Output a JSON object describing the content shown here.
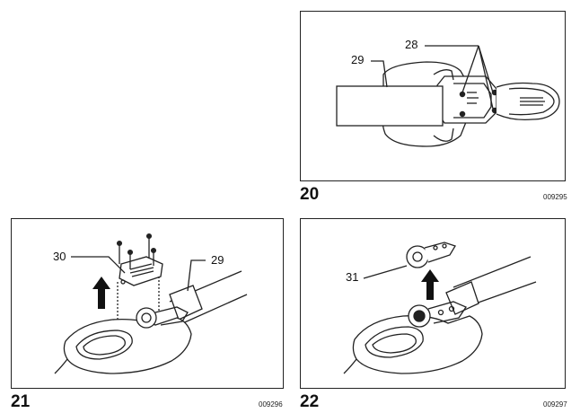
{
  "figures": [
    {
      "number": "20",
      "code": "009295",
      "callouts": [
        "29",
        "28"
      ]
    },
    {
      "number": "21",
      "code": "009296",
      "callouts": [
        "30",
        "29"
      ]
    },
    {
      "number": "22",
      "code": "009297",
      "callouts": [
        "31"
      ]
    }
  ]
}
